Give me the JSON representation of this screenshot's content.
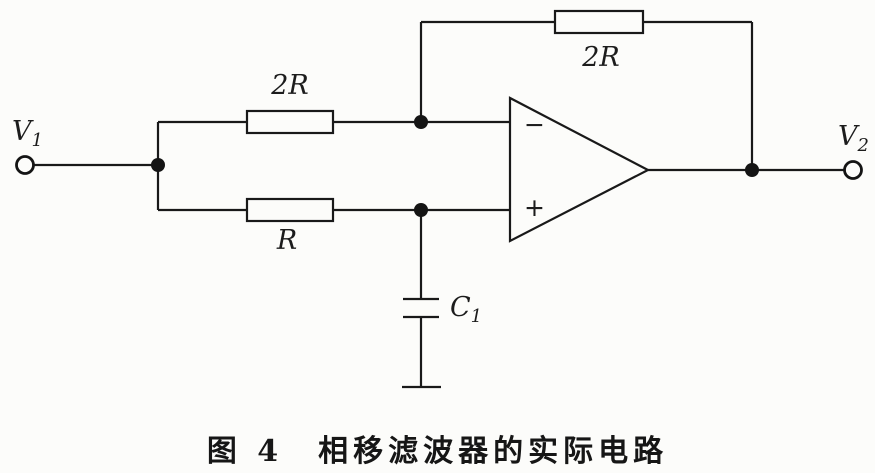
{
  "figure": {
    "caption": "图 4　相移滤波器的实际电路"
  },
  "colors": {
    "background": "#fcfcfa",
    "line": "#191919"
  },
  "labels": {
    "input_terminal": {
      "main": "V",
      "sub": "1"
    },
    "output_terminal": {
      "main": "V",
      "sub": "2"
    },
    "resistor_input_top": "2R",
    "resistor_feedback": "2R",
    "resistor_input_bottom": "R",
    "capacitor": {
      "main": "C",
      "sub": "1"
    },
    "opamp_inverting": "−",
    "opamp_noninverting": "+"
  }
}
